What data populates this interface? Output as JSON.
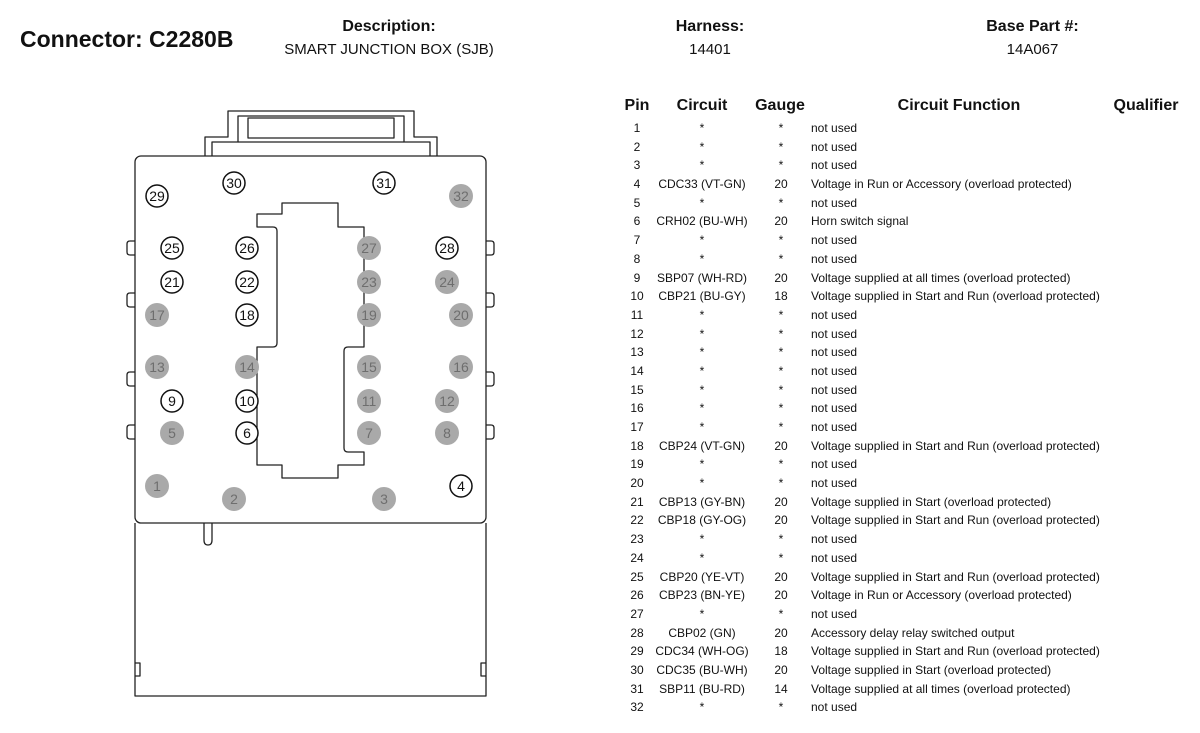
{
  "header": {
    "connector": "Connector: C2280B",
    "description_label": "Description:",
    "description_value": "SMART JUNCTION BOX (SJB)",
    "harness_label": "Harness:",
    "harness_value": "14401",
    "base_part_label": "Base Part #:",
    "base_part_value": "14A067"
  },
  "colors": {
    "used_pin_outline": "#111111",
    "unused_pin_fill": "#a9a9a9",
    "unused_pin_text": "#6e6e6e",
    "line": "#222222"
  },
  "table": {
    "columns": [
      "Pin",
      "Circuit",
      "Gauge",
      "Circuit Function",
      "Qualifier"
    ],
    "rows": [
      {
        "pin": "1",
        "circuit": "*",
        "gauge": "*",
        "function": "not used",
        "qualifier": ""
      },
      {
        "pin": "2",
        "circuit": "*",
        "gauge": "*",
        "function": "not used",
        "qualifier": ""
      },
      {
        "pin": "3",
        "circuit": "*",
        "gauge": "*",
        "function": "not used",
        "qualifier": ""
      },
      {
        "pin": "4",
        "circuit": "CDC33 (VT-GN)",
        "gauge": "20",
        "function": "Voltage in Run or Accessory (overload protected)",
        "qualifier": ""
      },
      {
        "pin": "5",
        "circuit": "*",
        "gauge": "*",
        "function": "not used",
        "qualifier": ""
      },
      {
        "pin": "6",
        "circuit": "CRH02 (BU-WH)",
        "gauge": "20",
        "function": "Horn switch signal",
        "qualifier": ""
      },
      {
        "pin": "7",
        "circuit": "*",
        "gauge": "*",
        "function": "not used",
        "qualifier": ""
      },
      {
        "pin": "8",
        "circuit": "*",
        "gauge": "*",
        "function": "not used",
        "qualifier": ""
      },
      {
        "pin": "9",
        "circuit": "SBP07 (WH-RD)",
        "gauge": "20",
        "function": "Voltage supplied at all times (overload protected)",
        "qualifier": ""
      },
      {
        "pin": "10",
        "circuit": "CBP21 (BU-GY)",
        "gauge": "18",
        "function": "Voltage supplied in Start and Run (overload protected)",
        "qualifier": ""
      },
      {
        "pin": "11",
        "circuit": "*",
        "gauge": "*",
        "function": "not used",
        "qualifier": ""
      },
      {
        "pin": "12",
        "circuit": "*",
        "gauge": "*",
        "function": "not used",
        "qualifier": ""
      },
      {
        "pin": "13",
        "circuit": "*",
        "gauge": "*",
        "function": "not used",
        "qualifier": ""
      },
      {
        "pin": "14",
        "circuit": "*",
        "gauge": "*",
        "function": "not used",
        "qualifier": ""
      },
      {
        "pin": "15",
        "circuit": "*",
        "gauge": "*",
        "function": "not used",
        "qualifier": ""
      },
      {
        "pin": "16",
        "circuit": "*",
        "gauge": "*",
        "function": "not used",
        "qualifier": ""
      },
      {
        "pin": "17",
        "circuit": "*",
        "gauge": "*",
        "function": "not used",
        "qualifier": ""
      },
      {
        "pin": "18",
        "circuit": "CBP24 (VT-GN)",
        "gauge": "20",
        "function": "Voltage supplied in Start and Run (overload protected)",
        "qualifier": ""
      },
      {
        "pin": "19",
        "circuit": "*",
        "gauge": "*",
        "function": "not used",
        "qualifier": ""
      },
      {
        "pin": "20",
        "circuit": "*",
        "gauge": "*",
        "function": "not used",
        "qualifier": ""
      },
      {
        "pin": "21",
        "circuit": "CBP13 (GY-BN)",
        "gauge": "20",
        "function": "Voltage supplied in Start (overload protected)",
        "qualifier": ""
      },
      {
        "pin": "22",
        "circuit": "CBP18 (GY-OG)",
        "gauge": "20",
        "function": "Voltage supplied in Start and Run (overload protected)",
        "qualifier": ""
      },
      {
        "pin": "23",
        "circuit": "*",
        "gauge": "*",
        "function": "not used",
        "qualifier": ""
      },
      {
        "pin": "24",
        "circuit": "*",
        "gauge": "*",
        "function": "not used",
        "qualifier": ""
      },
      {
        "pin": "25",
        "circuit": "CBP20 (YE-VT)",
        "gauge": "20",
        "function": "Voltage supplied in Start and Run (overload protected)",
        "qualifier": ""
      },
      {
        "pin": "26",
        "circuit": "CBP23 (BN-YE)",
        "gauge": "20",
        "function": "Voltage in Run or Accessory (overload protected)",
        "qualifier": ""
      },
      {
        "pin": "27",
        "circuit": "*",
        "gauge": "*",
        "function": "not used",
        "qualifier": ""
      },
      {
        "pin": "28",
        "circuit": "CBP02 (GN)",
        "gauge": "20",
        "function": "Accessory delay relay switched output",
        "qualifier": ""
      },
      {
        "pin": "29",
        "circuit": "CDC34 (WH-OG)",
        "gauge": "18",
        "function": "Voltage supplied in Start and Run (overload protected)",
        "qualifier": ""
      },
      {
        "pin": "30",
        "circuit": "CDC35 (BU-WH)",
        "gauge": "20",
        "function": "Voltage supplied in Start (overload protected)",
        "qualifier": ""
      },
      {
        "pin": "31",
        "circuit": "SBP11 (BU-RD)",
        "gauge": "14",
        "function": "Voltage supplied at all times (overload protected)",
        "qualifier": ""
      },
      {
        "pin": "32",
        "circuit": "*",
        "gauge": "*",
        "function": "not used",
        "qualifier": ""
      }
    ]
  }
}
